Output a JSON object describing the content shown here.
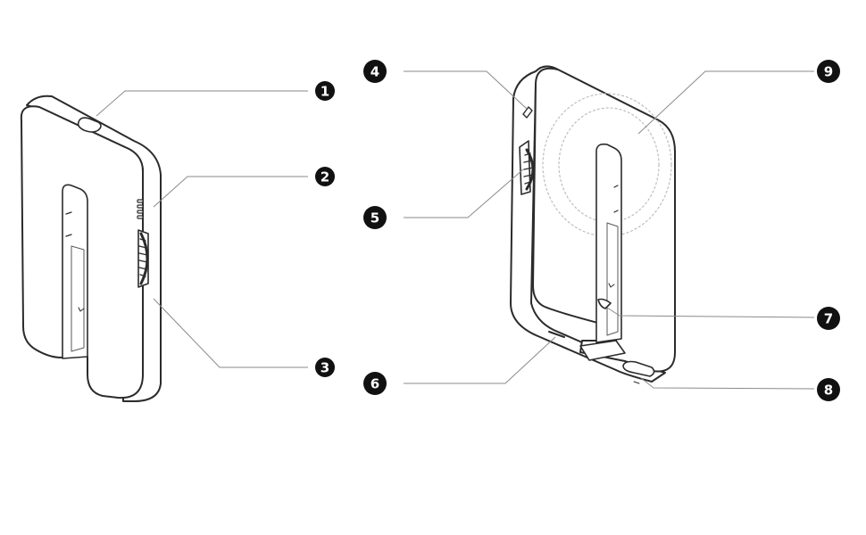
{
  "colors": {
    "outline": "#2b2b2b",
    "leader": "#8a8a8a",
    "fill": "#ffffff",
    "dotted": "#bdbdbd",
    "badge": "#111111",
    "badge_text": "#ffffff"
  },
  "callouts": [
    {
      "id": "1",
      "label": "1"
    },
    {
      "id": "2",
      "label": "2"
    },
    {
      "id": "3",
      "label": "3"
    },
    {
      "id": "4",
      "label": "4"
    },
    {
      "id": "5",
      "label": "5"
    },
    {
      "id": "6",
      "label": "6"
    },
    {
      "id": "7",
      "label": "7"
    },
    {
      "id": "8",
      "label": "8"
    },
    {
      "id": "9",
      "label": "9"
    }
  ]
}
